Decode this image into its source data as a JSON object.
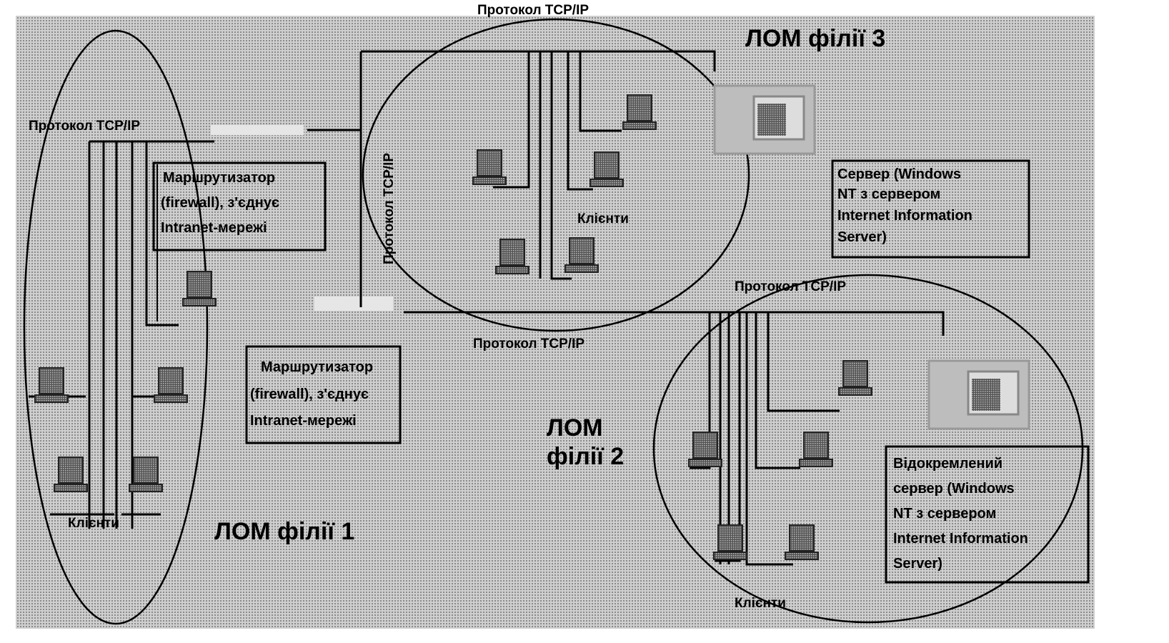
{
  "diagram": {
    "colors": {
      "background": "#c4c4c4",
      "ink": "#000000",
      "dots": "#8a8a8a"
    },
    "lan1": {
      "title": "ЛОМ філії 1",
      "protocol_label": "Протокол TCP/IP",
      "clients_label": "Клієнти",
      "router_box": [
        "Маршрутизатор",
        "(firewall), з'єднує",
        "Intranet-мережі"
      ]
    },
    "router2_box": [
      "Маршрутизатор",
      "(firewall), з'єднує",
      "Intranet-мережі"
    ],
    "lan3": {
      "title": "ЛОМ філії 3",
      "protocol_top": "Протокол TCP/IP",
      "protocol_vertical": "Протокол TCP/IP",
      "clients_label": "Клієнти",
      "server_box": [
        "Сервер (Windows",
        "NT з сервером",
        "Internet Information",
        "Server)"
      ]
    },
    "backbone_label": "Протокол TCP/IP",
    "lan2": {
      "title_line1": "ЛОМ",
      "title_line2": "філії 2",
      "protocol_label": "Протокол TCP/IP",
      "clients_label": "Клієнти",
      "server_box": [
        "Відокремлений",
        "сервер (Windows",
        "NT з сервером",
        "Internet Information",
        "Server)"
      ]
    }
  }
}
